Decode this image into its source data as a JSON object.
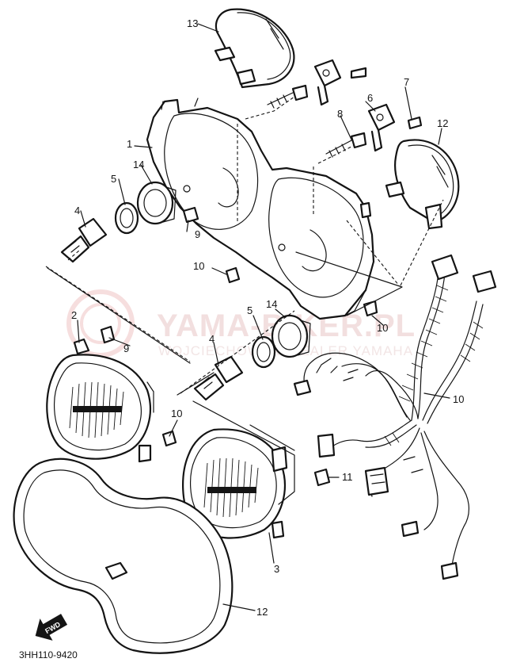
{
  "watermark": {
    "brand": "YAMA-BIKER.PL",
    "owner": "WOJCIECHOWSKI DEALER YAMAHA"
  },
  "diagram_code": "3HH110-9420",
  "fwd_label": "FWD",
  "callouts": [
    {
      "id": "c1",
      "label": "1"
    },
    {
      "id": "c2",
      "label": "2"
    },
    {
      "id": "c3",
      "label": "3"
    },
    {
      "id": "c4a",
      "label": "4"
    },
    {
      "id": "c4b",
      "label": "4"
    },
    {
      "id": "c5a",
      "label": "5"
    },
    {
      "id": "c5b",
      "label": "5"
    },
    {
      "id": "c6",
      "label": "6"
    },
    {
      "id": "c7",
      "label": "7"
    },
    {
      "id": "c8",
      "label": "8"
    },
    {
      "id": "c9a",
      "label": "9"
    },
    {
      "id": "c9b",
      "label": "9"
    },
    {
      "id": "c10a",
      "label": "10"
    },
    {
      "id": "c10b",
      "label": "10"
    },
    {
      "id": "c10c",
      "label": "10"
    },
    {
      "id": "c10d",
      "label": "10"
    },
    {
      "id": "c11",
      "label": "11"
    },
    {
      "id": "c12a",
      "label": "12"
    },
    {
      "id": "c12b",
      "label": "12"
    },
    {
      "id": "c13",
      "label": "13"
    },
    {
      "id": "c14a",
      "label": "14"
    },
    {
      "id": "c14b",
      "label": "14"
    }
  ]
}
